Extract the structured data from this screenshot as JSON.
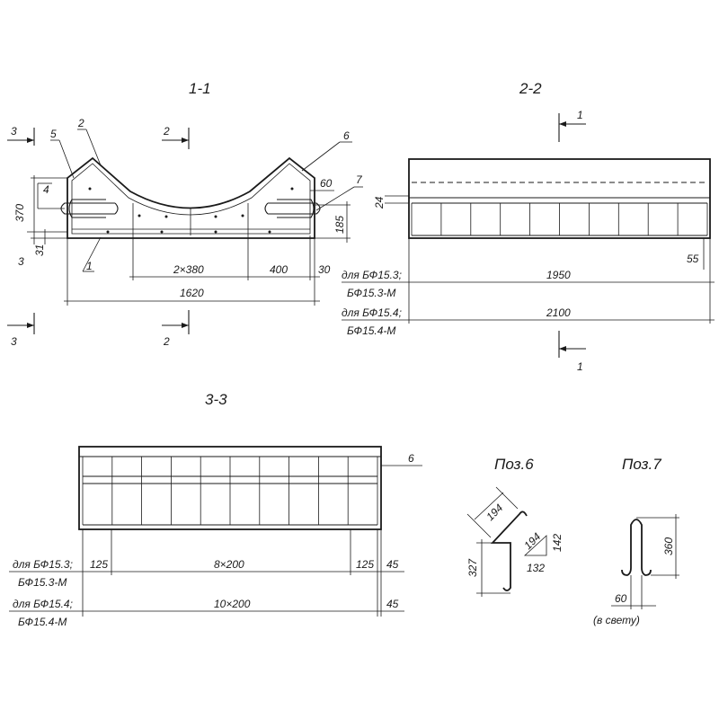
{
  "sections": {
    "s11": {
      "title": "1-1"
    },
    "s22": {
      "title": "2-2"
    },
    "s33": {
      "title": "3-3"
    }
  },
  "markers": {
    "three": "3",
    "two": "2",
    "one": "1"
  },
  "positions": {
    "p1": "1",
    "p2": "2",
    "p4": "4",
    "p5": "5",
    "p6": "6",
    "p7": "7"
  },
  "dims11": {
    "h370": "370",
    "d31": "31",
    "h185": "185",
    "d60": "60",
    "span2x380": "2×380",
    "d400": "400",
    "d30": "30",
    "w1620": "1620"
  },
  "dims22": {
    "d24": "24",
    "d55": "55",
    "w1950": "1950",
    "w2100": "2100",
    "label_153": "для БФ15.3;",
    "label_153m": "БФ15.3-М",
    "label_154": "для БФ15.4;",
    "label_154m": "БФ15.4-М"
  },
  "dims33": {
    "d125a": "125",
    "spacing8": "8×200",
    "d125b": "125",
    "d45a": "45",
    "spacing10": "10×200",
    "d45b": "45",
    "label_153": "для БФ15.3;",
    "label_153m": "БФ15.3-М",
    "label_154": "для БФ15.4;",
    "label_154m": "БФ15.4-М"
  },
  "poz6": {
    "title": "Поз.6",
    "d194a": "194",
    "d194b": "194",
    "d327": "327",
    "d142": "142",
    "d132": "132"
  },
  "poz7": {
    "title": "Поз.7",
    "d360": "360",
    "d60": "60",
    "note": "(в свету)"
  }
}
